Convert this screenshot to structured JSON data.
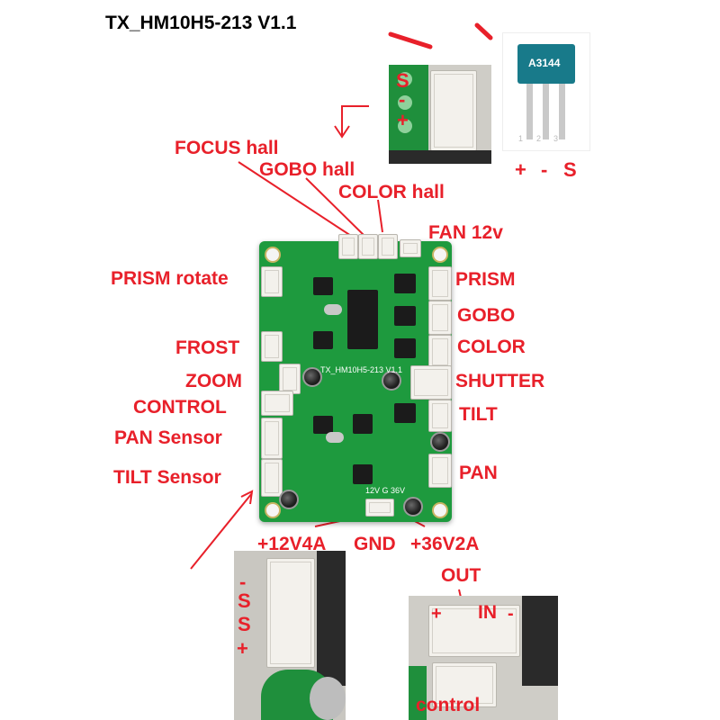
{
  "title": "TX_HM10H5-213 V1.1",
  "board": {
    "silkscreen_name": "TX_HM10H5-213 V1.1",
    "power_pins": "12V G 36V"
  },
  "labels": {
    "focus_hall": "FOCUS hall",
    "gobo_hall": "GOBO hall",
    "color_hall": "COLOR hall",
    "fan": "FAN 12v",
    "prism_rotate": "PRISM rotate",
    "frost": "FROST",
    "zoom": "ZOOM",
    "control": "CONTROL",
    "pan_sensor": "PAN Sensor",
    "tilt_sensor": "TILT Sensor",
    "prism": "PRISM",
    "gobo": "GOBO",
    "color": "COLOR",
    "shutter": "SHUTTER",
    "tilt": "TILT",
    "pan": "PAN",
    "power_12v": "+12V4A",
    "gnd": "GND",
    "power_36v": "+36V2A",
    "out": "OUT",
    "in": "IN",
    "control_lower": "control"
  },
  "hall_connector_pins": {
    "s": "S",
    "minus": "-",
    "plus": "+"
  },
  "sensor": {
    "part": "A3144",
    "pin_numbers": [
      "1",
      "2",
      "3"
    ],
    "pin_labels": {
      "plus": "+",
      "minus": "-",
      "s": "S"
    }
  },
  "sensor_connector_pins": {
    "minus": "-",
    "s1": "S",
    "s2": "S",
    "plus": "+"
  },
  "control_pins": {
    "plus": "+",
    "minus": "-"
  },
  "colors": {
    "label": "#e8202a",
    "pcb": "#1e9a3e",
    "title": "#000000"
  }
}
